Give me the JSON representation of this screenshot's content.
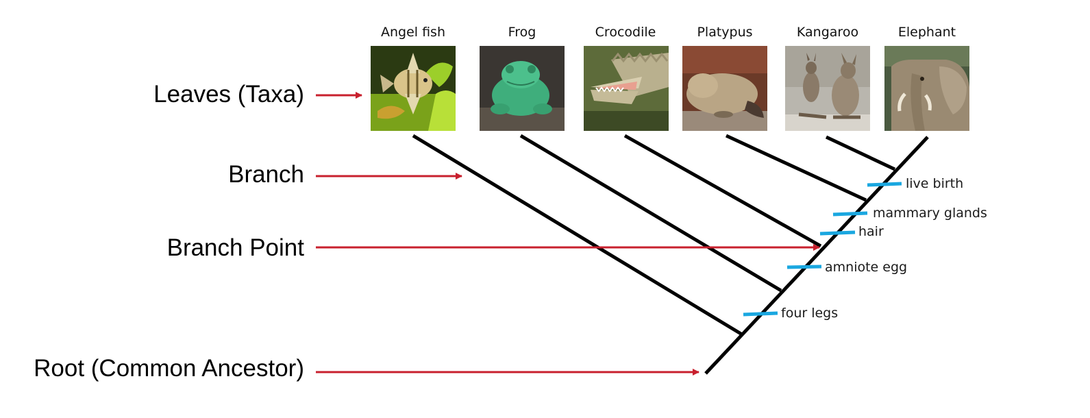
{
  "diagram": {
    "left_labels": {
      "leaves": "Leaves (Taxa)",
      "branch": "Branch",
      "branch_point": "Branch Point",
      "root": "Root (Common Ancestor)"
    },
    "taxa": [
      {
        "name": "Angel fish"
      },
      {
        "name": "Frog"
      },
      {
        "name": "Crocodile"
      },
      {
        "name": "Platypus"
      },
      {
        "name": "Kangaroo"
      },
      {
        "name": "Elephant"
      }
    ],
    "traits": [
      {
        "name": "live birth"
      },
      {
        "name": "mammary glands"
      },
      {
        "name": "hair"
      },
      {
        "name": "amniote egg"
      },
      {
        "name": "four legs"
      }
    ],
    "colors": {
      "branch": "#000000",
      "arrow": "#c8202e",
      "trait_tick": "#1aa7e0"
    }
  }
}
